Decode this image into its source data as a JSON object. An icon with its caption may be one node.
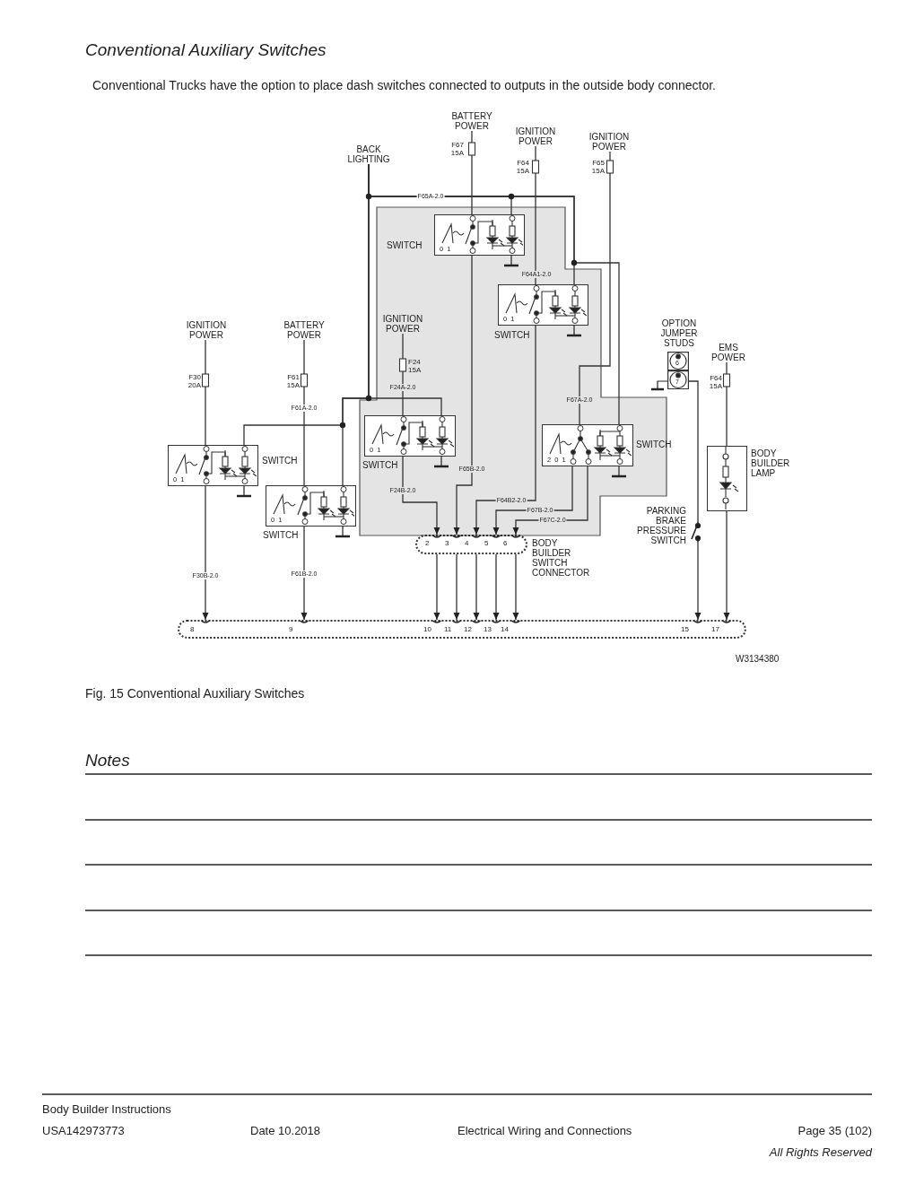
{
  "diagram": {
    "title": "Conventional Auxiliary Switches",
    "caption": "Fig. 15 Conventional Auxiliary Switches",
    "nodes": [
      {
        "text": [
          "BACK LIGHTING"
        ]
      },
      {
        "text": [
          "BATTERY POWER"
        ]
      },
      {
        "text": [
          "IGNITION POWER"
        ]
      },
      {
        "text": [
          "IGNITION POWER"
        ]
      },
      {
        "text": [
          "IGNITION POWER"
        ]
      },
      {
        "text": [
          "BATTERY POWER"
        ]
      },
      {
        "text": [
          "IGNITION POWER"
        ]
      },
      {
        "text": [],
        "shape": "picture",
        "beside": [
          "OPTION JUMPER STUDS"
        ]
      },
      {
        "text": [
          "EMS POWER"
        ]
      },
      {
        "text": [
          "0 1"
        ],
        "beside": [
          "SWITCH"
        ]
      },
      {
        "text": [
          "0 1"
        ],
        "beside": [
          "SWITCH"
        ]
      },
      {
        "text": [
          "0 1"
        ],
        "beside": [
          "SWITCH"
        ]
      },
      {
        "text": [
          "0 1"
        ],
        "beside": [
          "SWITCH"
        ]
      },
      {
        "text": [
          "0 1"
        ],
        "beside": [
          "SWITCH"
        ]
      },
      {
        "text": [
          "2 0 1"
        ],
        "beside": [
          "SWITCH"
        ]
      },
      {
        "text": [],
        "shape": "box",
        "beside": [
          "BODY BUILDER LAMP"
        ]
      },
      {
        "text": [],
        "shape": "picture",
        "beside": [
          "PARKING BRAKE PRESSURE SWITCH"
        ]
      },
      {
        "text": [],
        "shape": "box",
        "beside": [
          "BODY BUILDER SWITCH CONNECTOR"
        ]
      },
      {
        "text": [],
        "shape": "box"
      }
    ],
    "edges": [
      {
        "from": 1,
        "to": 9,
        "arrow": "none"
      },
      {
        "from": 2,
        "to": 10,
        "arrow": "none",
        "label": "F64A1-2.0"
      },
      {
        "from": 3,
        "to": 14,
        "arrow": "none",
        "label": "F67A-2.0"
      },
      {
        "from": 0,
        "to": 9,
        "arrow": "none",
        "label": "F65A-2.0"
      },
      {
        "from": 0,
        "to": 10,
        "arrow": "none"
      },
      {
        "from": 0,
        "to": 14,
        "arrow": "none"
      },
      {
        "from": 4,
        "to": 11,
        "arrow": "none"
      },
      {
        "from": 5,
        "to": 12,
        "arrow": "none",
        "label": "F61A-2.0"
      },
      {
        "from": 6,
        "to": 13,
        "arrow": "none",
        "label": "F24A-2.0"
      },
      {
        "from": 0,
        "to": 13,
        "arrow": "none"
      },
      {
        "from": 0,
        "to": 12,
        "arrow": "none"
      },
      {
        "from": 0,
        "to": 11,
        "arrow": "none"
      },
      {
        "from": 13,
        "to": 17,
        "arrow": "to",
        "label": "F24B-2.0"
      },
      {
        "from": 9,
        "to": 17,
        "arrow": "to",
        "label": "F65B-2.0"
      },
      {
        "from": 10,
        "to": 17,
        "arrow": "to",
        "label": "F64B2-2.0"
      },
      {
        "from": 14,
        "to": 17,
        "arrow": "to",
        "label": "F67B-2.0"
      },
      {
        "from": 14,
        "to": 17,
        "arrow": "to",
        "label": "F67C-2.0"
      },
      {
        "from": 17,
        "to": 18,
        "arrow": "to"
      },
      {
        "from": 17,
        "to": 18,
        "arrow": "to"
      },
      {
        "from": 17,
        "to": 18,
        "arrow": "to"
      },
      {
        "from": 17,
        "to": 18,
        "arrow": "to"
      },
      {
        "from": 17,
        "to": 18,
        "arrow": "to"
      },
      {
        "from": 11,
        "to": 18,
        "arrow": "to",
        "label": "F30B-2.0"
      },
      {
        "from": 12,
        "to": 18,
        "arrow": "to",
        "label": "F61B-2.0"
      },
      {
        "from": 7,
        "to": 16,
        "arrow": "none"
      },
      {
        "from": 16,
        "to": 18,
        "arrow": "to"
      },
      {
        "from": 8,
        "to": 15,
        "arrow": "none"
      },
      {
        "from": 15,
        "to": 18,
        "arrow": "to"
      }
    ],
    "labels": [
      "Conventional Trucks have the option to place dash switches connected to outputs in the outside body connector.",
      "F67 15A",
      "F64 15A",
      "F65 15A",
      "F30 20A",
      "F61 15A",
      "F24 15A",
      "6",
      "7",
      "F64 15A",
      "2",
      "3",
      "4",
      "5",
      "6",
      "8",
      "9",
      "10",
      "11",
      "12",
      "13",
      "14",
      "15",
      "17",
      "W3134380",
      "Notes",
      "Body Builder Instructions",
      "USA142973773",
      "Date 10.2018",
      "Electrical Wiring and Connections",
      "Page 35 (102)",
      "All Rights Reserved"
    ]
  }
}
